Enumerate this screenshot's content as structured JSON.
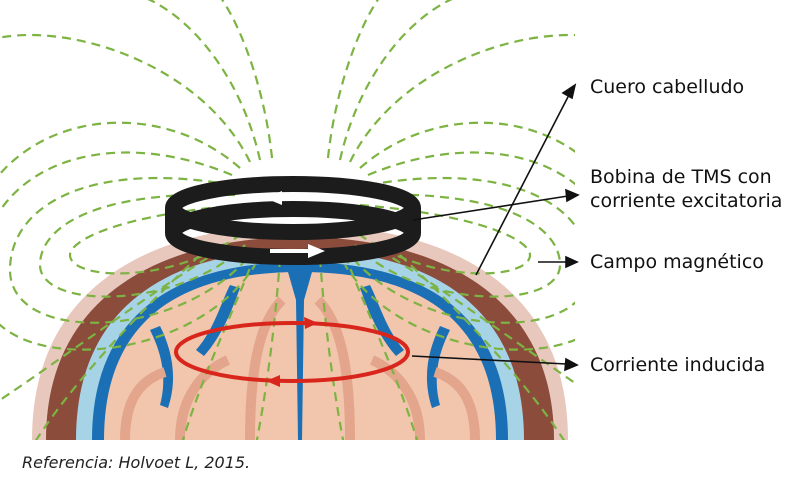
{
  "labels": {
    "scalp": "Cuero cabelludo",
    "coil_line1": "Bobina de TMS con",
    "coil_line2": "corriente excitatoria",
    "field": "Campo magnético",
    "induced": "Corriente inducida"
  },
  "caption": "Referencia: Holvoet L, 2015.",
  "colors": {
    "field_lines": "#7cb342",
    "scalp": "#e8c8bc",
    "skull": "#8b4c3c",
    "csf": "#a6d3e6",
    "cortex": "#1a6fb5",
    "brain": "#f1c6ad",
    "brain_fold": "#e3a68c",
    "coil": "#1c1c1c",
    "induced_current": "#d9261c"
  }
}
